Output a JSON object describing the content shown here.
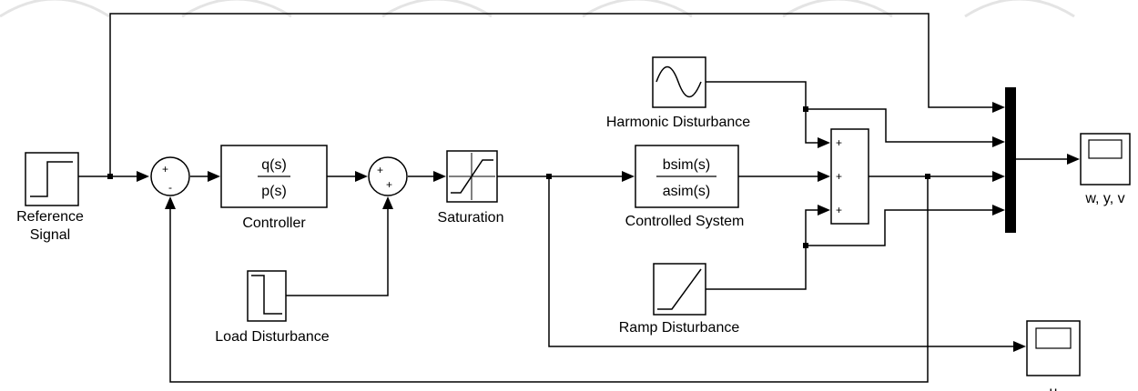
{
  "blocks": {
    "reference_signal": {
      "label_line1": "Reference",
      "label_line2": "Signal"
    },
    "controller": {
      "numerator": "q(s)",
      "denominator": "p(s)",
      "label": "Controller"
    },
    "load_disturbance": {
      "label": "Load Disturbance"
    },
    "saturation": {
      "label": "Saturation"
    },
    "controlled_system": {
      "numerator": "bsim(s)",
      "denominator": "asim(s)",
      "label": "Controlled System"
    },
    "harmonic_disturbance": {
      "label": "Harmonic Disturbance"
    },
    "ramp_disturbance": {
      "label": "Ramp Disturbance"
    },
    "scope_wyv": {
      "label": "w, y, v"
    },
    "scope_u": {
      "label": "u"
    }
  },
  "sum_signs": {
    "sum1": {
      "top": "+",
      "bottom": "-"
    },
    "sum2": {
      "top": "+",
      "bottom": "+"
    },
    "sum3": [
      "+",
      "+",
      "+"
    ]
  }
}
